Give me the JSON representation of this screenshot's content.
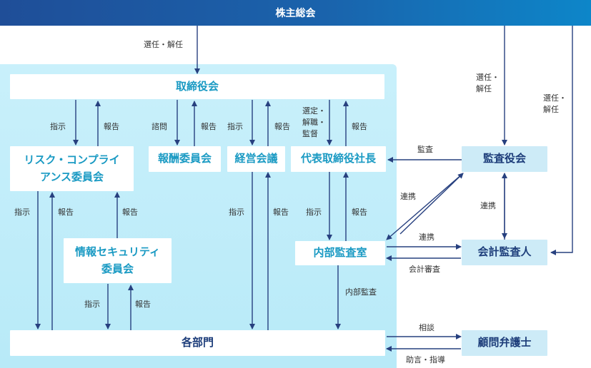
{
  "top": {
    "title": "株主総会"
  },
  "nodes": {
    "board": "取締役会",
    "risk_line1": "リスク・コンプライ",
    "risk_line2": "アンス委員会",
    "remuneration": "報酬委員会",
    "management": "経営会議",
    "ceo": "代表取締役社長",
    "infosec_line1": "情報セキュリティ",
    "infosec_line2": "委員会",
    "internal_audit": "内部監査室",
    "departments": "各部門",
    "auditors_board": "監査役会",
    "accounting_auditor": "会計監査人",
    "legal_advisor": "顧問弁護士"
  },
  "labels": {
    "elect_dismiss": "選任・解任",
    "elect_dismiss_kas_1": "選任・",
    "elect_dismiss_kas_2": "解任",
    "elect_dismiss_acc_1": "選任・",
    "elect_dismiss_acc_2": "解任",
    "instruct_risk": "指示",
    "report_risk": "報告",
    "consult": "諮問",
    "report_rem": "報告",
    "instruct_mgmt": "指示",
    "report_mgmt": "報告",
    "ceo_sel_1": "選定・",
    "ceo_sel_2": "解職・",
    "ceo_sel_3": "監督",
    "report_ceo": "報告",
    "instruct_risk_dept": "指示",
    "report_risk_dept": "報告",
    "report_infosec": "報告",
    "instruct_mgmt_dept": "指示",
    "report_mgmt_dept": "報告",
    "instruct_ceo_audit": "指示",
    "report_audit_ceo": "報告",
    "instruct_infosec_dept": "指示",
    "report_dept_infosec": "報告",
    "internal_audit_dept": "内部監査",
    "audit": "監査",
    "coop_kas_audit": "連携",
    "coop_kas_acc": "連携",
    "coop_audit_acc": "連携",
    "accounting_audit": "会計審査",
    "consultation": "相談",
    "advice_guidance": "助言・指導"
  }
}
